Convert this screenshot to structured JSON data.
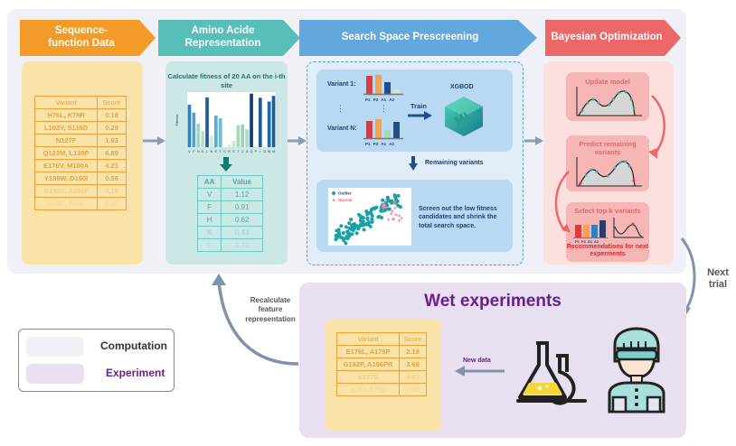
{
  "stages": [
    {
      "label": "Sequence-function Data"
    },
    {
      "label": "Amino Acide Representation"
    },
    {
      "label": "Search Space Prescreening"
    },
    {
      "label": "Bayesian Optimization"
    }
  ],
  "colors": {
    "stage_orange": "#f29b29",
    "stage_teal": "#57bfb8",
    "stage_blue": "#62a8dd",
    "stage_red": "#ec6767",
    "computation_bg": "#f0f1f6",
    "experiment_bg": "#e8dff0",
    "experiment_text": "#6a1f8a"
  },
  "sequence_table": {
    "headers": [
      "Variant",
      "Score"
    ],
    "rows": [
      [
        "H76L, K78R",
        "0.18"
      ],
      [
        "L102V, S116D",
        "0.29"
      ],
      [
        "N127F",
        "1.93"
      ],
      [
        "Q123M, L130P",
        "6.89"
      ],
      [
        "E176V, M180A",
        "4.21"
      ],
      [
        "Y189W, D190I",
        "0.56"
      ],
      [
        "G192S, A196F",
        "0.19"
      ],
      [
        "N44E, F45L",
        "2.45"
      ]
    ]
  },
  "amino": {
    "title": "Calculate fitness of 20 AA on the i-th site",
    "chart_ylabel": "Fitness",
    "chart_letters": [
      "V",
      "F",
      "H",
      "K",
      "L",
      "N",
      "E",
      "T",
      "G",
      "R",
      "S",
      "T",
      "C",
      "A",
      "Q",
      "P",
      "I",
      "D",
      "W",
      "M"
    ],
    "chart_values": [
      1.12,
      0.91,
      0.62,
      0.43,
      1.31,
      0.3,
      0.83,
      0.76,
      0.0,
      0.08,
      0.17,
      0.58,
      0.6,
      0.47,
      1.41,
      0.0,
      1.3,
      0.0,
      1.2,
      1.35
    ],
    "table": {
      "headers": [
        "AA",
        "Value"
      ],
      "rows": [
        [
          "V",
          "1.12"
        ],
        [
          "F",
          "0.91"
        ],
        [
          "H",
          "0.62"
        ],
        [
          "K",
          "0.43"
        ],
        [
          "L",
          "1.31"
        ]
      ]
    }
  },
  "prescreen": {
    "variant1_label": "Variant 1:",
    "variantN_label": "Variant N:",
    "dots": "⋮",
    "feature_labels": [
      "P1",
      "P2",
      "A1",
      "A2"
    ],
    "train_label": "Train",
    "model_label": "XGBOD",
    "model_icon_text": "ML",
    "remaining_label": "Remaining variants",
    "legend_outlier": "Outlier",
    "legend_normal": "Normal",
    "screen_text": "Screen out the low fitness candidates and shrink the total search space."
  },
  "bayes": {
    "update_model": "Update model",
    "predict": "Predict remaining variants",
    "select": "Select top-k variants",
    "feature_labels": [
      "P1",
      "P2",
      "A1",
      "A2"
    ],
    "recommend": "Recommendations for next experments"
  },
  "wet": {
    "title": "Wet experiments",
    "new_data_label": "New data",
    "table": {
      "headers": [
        "Variant",
        "Score"
      ],
      "rows": [
        [
          "E176L, A178P",
          "2.18"
        ],
        [
          "G192P, A196PR",
          "3.69"
        ],
        [
          "N127S",
          "4.93"
        ],
        [
          "H76F, K78E",
          "7.89"
        ]
      ]
    }
  },
  "arrows": {
    "recalc_label": "Recalculate feature representation",
    "next_trial_label": "Next trial"
  },
  "legend": {
    "computation": "Computation",
    "experiment": "Experiment"
  }
}
